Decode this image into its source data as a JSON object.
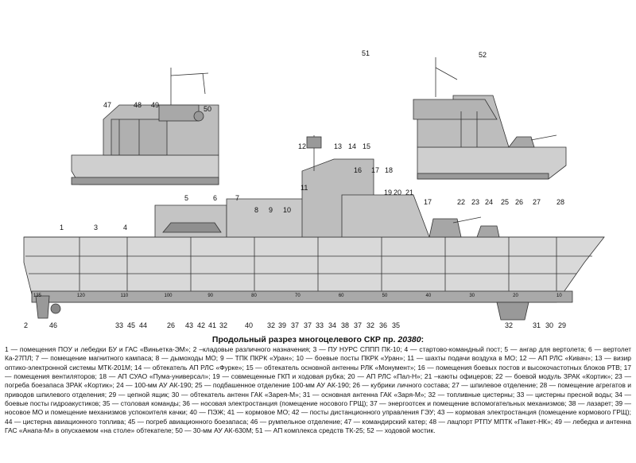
{
  "title": {
    "text": "Продольный разрез многоцелевого СКР пр. ",
    "project": "20380",
    "suffix": ":"
  },
  "callouts": {
    "c1": "1",
    "c2": "2",
    "c3": "3",
    "c4": "4",
    "c5": "5",
    "c6": "6",
    "c7": "7",
    "c8": "8",
    "c9": "9",
    "c10": "10",
    "c11": "11",
    "c12": "12",
    "c13": "13",
    "c14": "14",
    "c15": "15",
    "c16": "16",
    "c17": "17",
    "c18": "18",
    "c19": "19",
    "c20": "20",
    "c21": "21",
    "c22": "22",
    "c23": "23",
    "c24": "24",
    "c25": "25",
    "c26": "26",
    "c27": "27",
    "c28": "28",
    "c29": "29",
    "c30": "30",
    "c31": "31",
    "c32": "32",
    "c33": "33",
    "c34": "34",
    "c35": "35",
    "c36": "36",
    "c37": "37",
    "c38": "38",
    "c39": "39",
    "c40": "40",
    "c41": "41",
    "c42": "42",
    "c43": "43",
    "c44": "44",
    "c45": "45",
    "c46": "46",
    "c47": "47",
    "c48": "48",
    "c49": "49",
    "c50": "50",
    "c51": "51",
    "c52": "52"
  },
  "frame_numbers": [
    "135",
    "120",
    "110",
    "100",
    "90",
    "80",
    "70",
    "60",
    "50",
    "40",
    "30",
    "20",
    "10"
  ],
  "legend": "1 — помещения ПОУ и лебедки БУ и ГАС «Виньетка-ЭМ»; 2 –кладовые различного назначения; 3 — ПУ НУРС СППП ПК-10; 4 — стартово-командный пост; 5 — ангар для вертолета; 6 — вертолет Ка-27ПЛ; 7 — помещение магнитного кампаса; 8 — дымоходы МО; 9 — ТПК ПКРК «Уран»; 10 — боевые посты ПКРК «Уран»; 11 — шахты подачи воздуха в МО; 12 — АП РЛС «Кивач»; 13 — визир оптико-электронной системы МТК-201М; 14 — обтекатель АП РЛС «Фурке»; 15 — обтекатель основной антенны РЛК «Монумент»; 16 — помещения боевых постов и высокочастотных блоков РТВ; 17 — помещения вентиляторов; 18 — АП СУАО «Пума-универсал»; 19 — совмещенные ГКП и ходовая рубка; 20 — АП РЛС «Пал-Н»; 21 –каюты офицеров; 22 — боевой модуль ЗРАК «Кортик»; 23 — погреба боезапаса ЗРАК «Кортик»; 24 — 100-мм АУ АК-190; 25 — подбашенное отделение 100-мм АУ АК-190; 26 — кубрики личного состава; 27 — шпилевое отделение; 28 — помещение агрегатов и приводов шпилевого отделения; 29 — цепной ящик; 30 — обтекатель антенн ГАК «Зарея-М»; 31 — основная антенна ГАК «Заря-М»; 32 — топливные цистерны; 33 — цистерны пресной воды; 34 — боевые посты гидроакустиков; 35 — столовая команды; 36 — носовая электростанция (помещение носового ГРЩ); 37 — энергоотсек и помещение вспомогательных механизмов; 38 — лазарет; 39 — носовое МО и помещение механизмов успокоителя качки; 40 — ПЭЖ; 41 — кормовое МО; 42 — посты дистанционного управления ГЭУ; 43 — кормовая электростанция (помещение кормового ГРЩ); 44 — цистерна авиационного топлива; 45 — погреб авиационного боезапаса; 46 — румпельное отделение; 47 — командирский катер; 48 — лацпорт РТПУ МПТК «Пакет-НК»; 49 — лебедка и антенна ГАС «Анапа-М» в опускаемом «на столе» обтекателе; 50 — 30-мм АУ АК-630М; 51 — АП комплекса средств ТК-25; 52 — ходовой мостик."
}
